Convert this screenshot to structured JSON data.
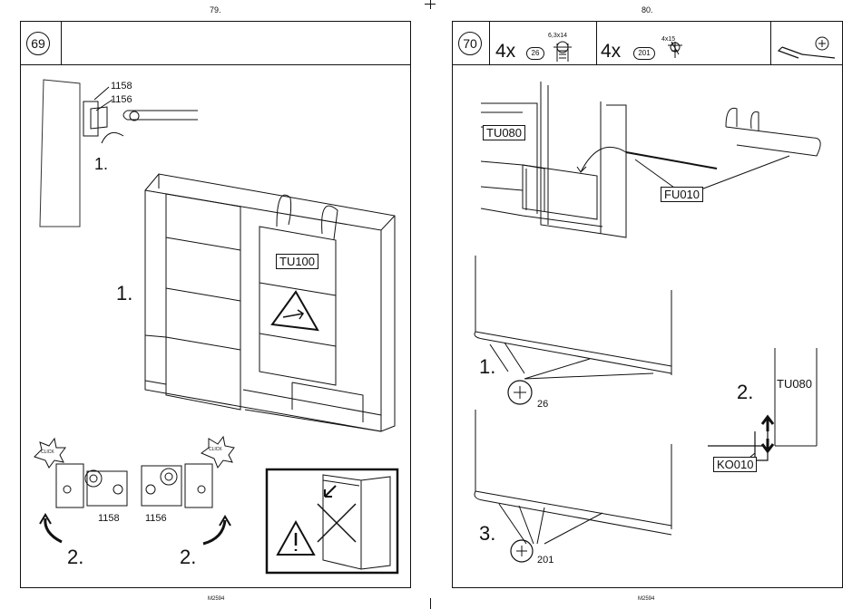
{
  "pages": [
    {
      "number": "79.",
      "footer": "M2594",
      "step": "69",
      "labels": {
        "part_1158_top": "1158",
        "part_1156_top": "1156",
        "hint_1_small": "1.",
        "step_1_big": "1.",
        "door_label": "TU100",
        "click_left": "CLICK",
        "click_right": "CLICK",
        "part_1158_bottom": "1158",
        "part_1156_bottom": "1156",
        "step_2_left": "2.",
        "step_2_right": "2."
      }
    },
    {
      "number": "80.",
      "footer": "M2594",
      "step": "70",
      "parts": [
        {
          "qty": "4x",
          "id": "26",
          "size": "6,3x14"
        },
        {
          "qty": "4x",
          "id": "201",
          "size": "4x15"
        }
      ],
      "tools": [
        "screwdriver",
        "phillips"
      ],
      "labels": {
        "door_label": "TU080",
        "rail_label": "FU010",
        "step_1": "1.",
        "screw_26": "26",
        "step_2": "2.",
        "door_label_detail": "TU080",
        "stopper_label": "KO010",
        "step_3": "3.",
        "screw_201": "201"
      }
    }
  ]
}
